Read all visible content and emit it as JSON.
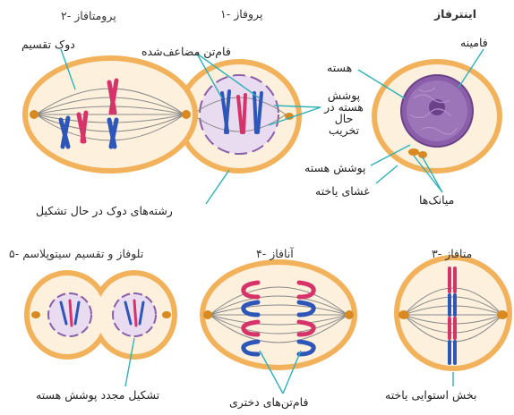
{
  "colors": {
    "membrane": "#f2b25c",
    "cytoplasm": "#fdf0dc",
    "spindle": "#8a8a8a",
    "chromosome_blue": "#2e56b8",
    "chromosome_red": "#d6336b",
    "nucleus": "#8a5ea8",
    "centrosome": "#d8891f",
    "pointer": "#2fb1b8"
  },
  "stages": {
    "interphase": {
      "title": "اینترفاز"
    },
    "prophase": {
      "title": "۱- پروفاز"
    },
    "prometaphase": {
      "title": "۲- پرومتافاز"
    },
    "metaphase": {
      "title": "۳- متافاز"
    },
    "anaphase": {
      "title": "۴- آنافاز"
    },
    "telophase": {
      "title": "۵- تلوفاز و تقسیم سیتوپلاسم"
    }
  },
  "labels": {
    "chromatin": "فامینه",
    "nucleus": "هسته",
    "nuclear_envelope_breaking": "پوشش هسته در حال تخریب",
    "nuclear_envelope": "پوشش هسته",
    "cell_membrane": "غشای یاخته",
    "centrioles": "میانک‌ها",
    "duplicated_chromatid": "فام‌تن مضاعف‌شده",
    "forming_spindle": "رشته‌های دوک در حال تشکیل",
    "spindle": "دوک تقسیم",
    "equatorial_plane": "بخش استوایی یاخته",
    "daughter_chromosomes": "فام‌تن‌های دختری",
    "nuclear_envelope_reforming": "تشکیل مجدد پوشش هسته"
  }
}
